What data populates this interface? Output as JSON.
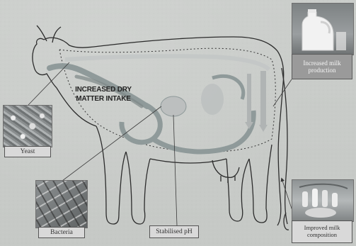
{
  "labels": {
    "intake_line1": "INCREASED DRY",
    "intake_line2": "MATTER INTAKE",
    "yeast": "Yeast",
    "bacteria": "Bacteria",
    "ph": "Stabilised pH",
    "milk_prod_line1": "Increased milk",
    "milk_prod_line2": "production",
    "milk_comp_line1": "Improved milk",
    "milk_comp_line2": "composition"
  },
  "colors": {
    "background": "#c9ccc9",
    "digestive_tract": "#8f9a9a",
    "arrow_shade": "#b0b4b4",
    "caption_light": "#d9d9d9",
    "caption_dark": "#9a9a9a"
  },
  "icons": [
    "yeast-photo",
    "bacteria-photo",
    "milk-jug-photo",
    "milking-machine-photo"
  ]
}
